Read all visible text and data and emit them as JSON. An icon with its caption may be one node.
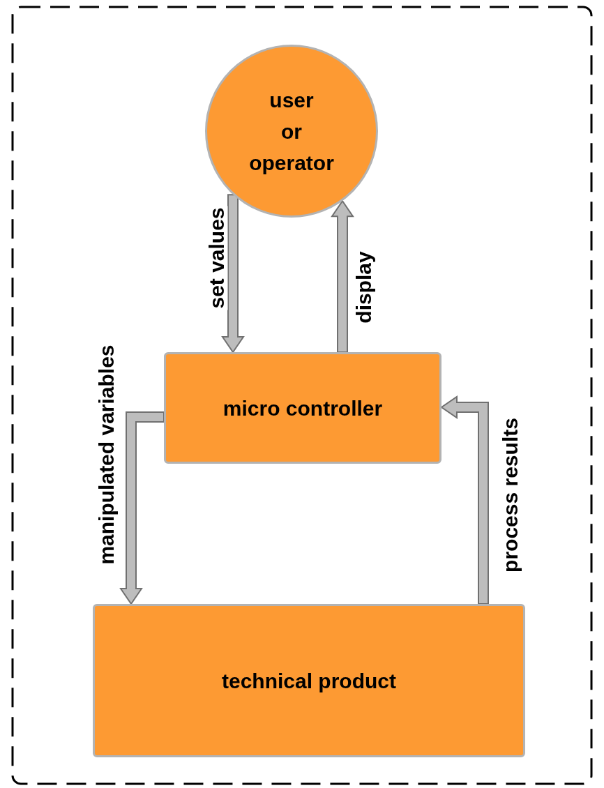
{
  "diagram": {
    "nodes": [
      {
        "text": [
          "user or operator"
        ]
      },
      {
        "text": [
          "micro controller"
        ]
      },
      {
        "text": [
          "technical product"
        ]
      }
    ],
    "edges": [
      {
        "from": 0,
        "to": 1,
        "arrow": "to",
        "label": "set values"
      },
      {
        "from": 1,
        "to": 0,
        "arrow": "to",
        "label": "display"
      },
      {
        "from": 1,
        "to": 2,
        "arrow": "to",
        "label": "manipulated variables"
      },
      {
        "from": 2,
        "to": 1,
        "arrow": "to",
        "label": "process results"
      }
    ]
  }
}
